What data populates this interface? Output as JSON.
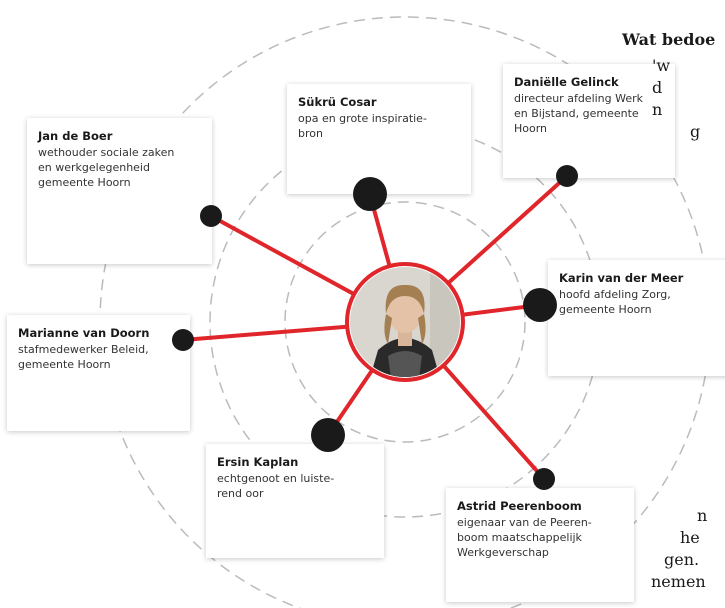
{
  "accent_color": "#e0262b",
  "dot_color": "#1a1a1a",
  "ring_color": "#bbbbbb",
  "center": {
    "image": "portrait-photo"
  },
  "people": [
    {
      "name": "Sükrü Cosar",
      "role": "opa en grote inspiratie-\nbron"
    },
    {
      "name": "Daniëlle Gelinck",
      "role": "directeur afdeling Werk\nen Bijstand, gemeente\nHoorn"
    },
    {
      "name": "Jan de Boer",
      "role": "wethouder sociale zaken\nen werkgelegenheid\ngemeente Hoorn"
    },
    {
      "name": "Karin van der Meer",
      "role": "hoofd afdeling Zorg,\ngemeente Hoorn"
    },
    {
      "name": "Marianne van Doorn",
      "role": "stafmedewerker Beleid,\ngemeente Hoorn"
    },
    {
      "name": "Ersin Kaplan",
      "role": "echtgenoot en luiste-\nrend oor"
    },
    {
      "name": "Astrid Peerenboom",
      "role": "eigenaar van de Peeren-\nboom maatschappelijk\nWerkgeverschap"
    }
  ],
  "side": {
    "heading": "Wat bedoe",
    "lines_top": [
      "'w",
      "d",
      "n",
      "g"
    ],
    "lines_bottom": [
      "n",
      "he",
      "gen.",
      "nemen"
    ]
  }
}
